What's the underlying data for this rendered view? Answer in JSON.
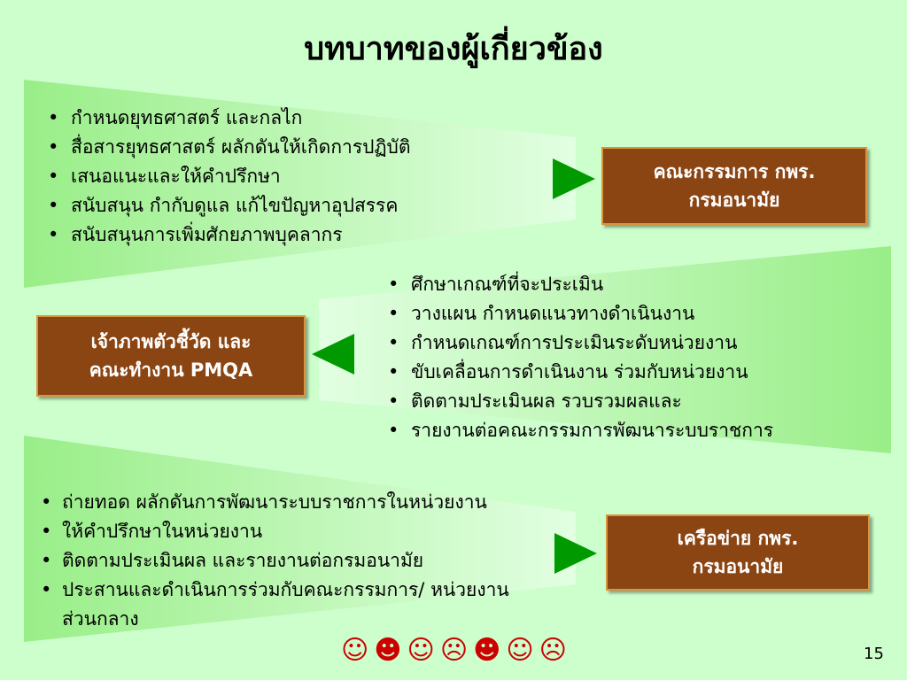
{
  "page": {
    "title": "บทบาทของผู้เกี่ยวข้อง",
    "page_number": "15"
  },
  "section1": {
    "bullets": [
      "กำหนดยุทธศาสตร์ และกลไก",
      "สื่อสารยุทธศาสตร์ ผลักดันให้เกิดการปฏิบัติ",
      "เสนอแนะและให้คำปรึกษา",
      "สนับสนุน กำกับดูแล แก้ไขปัญหาอุปสรรค",
      "สนับสนุนการเพิ่มศักยภาพบุคลากร"
    ],
    "box_line1": "คณะกรรมการ กพร.",
    "box_line2": "กรมอนามัย",
    "arrow_icon": "triangle-right-icon"
  },
  "section2": {
    "bullets": [
      "ศึกษาเกณฑ์ที่จะประเมิน",
      "วางแผน กำหนดแนวทางดำเนินงาน",
      "กำหนดเกณฑ์การประเมินระดับหน่วยงาน",
      "ขับเคลื่อนการดำเนินงาน ร่วมกับหน่วยงาน",
      "ติดตามประเมินผล รวบรวมผลและ",
      "รายงานต่อคณะกรรมการพัฒนาระบบราชการ"
    ],
    "box_line1": "เจ้าภาพตัวชี้วัด และ",
    "box_line2": "คณะทำงาน PMQA",
    "arrow_icon": "triangle-left-icon"
  },
  "section3": {
    "bullets": [
      "ถ่ายทอด ผลักดันการพัฒนาระบบราชการในหน่วยงาน",
      "ให้คำปรึกษาในหน่วยงาน",
      "ติดตามประเมินผล และรายงานต่อกรมอนามัย",
      "ประสานและดำเนินการร่วมกับคณะกรรมการ/ หน่วยงานส่วนกลาง"
    ],
    "box_line1": "เครือข่าย กพร.",
    "box_line2": "กรมอนามัย",
    "arrow_icon": "triangle-right-icon"
  },
  "faces": {
    "sequence": "☺☻☺☹☻☺☹",
    "icons": [
      "smiley-icon",
      "neutral-face-icon",
      "smiley-icon",
      "frown-icon",
      "neutral-face-icon",
      "smiley-icon",
      "frown-icon"
    ]
  },
  "colors": {
    "background": "#ccffcc",
    "band_start": "#99ee88",
    "band_end": "#ddffdd",
    "box_fill": "#8b4513",
    "box_border": "#d99440",
    "arrow": "#009900",
    "faces": "#cc0000"
  }
}
